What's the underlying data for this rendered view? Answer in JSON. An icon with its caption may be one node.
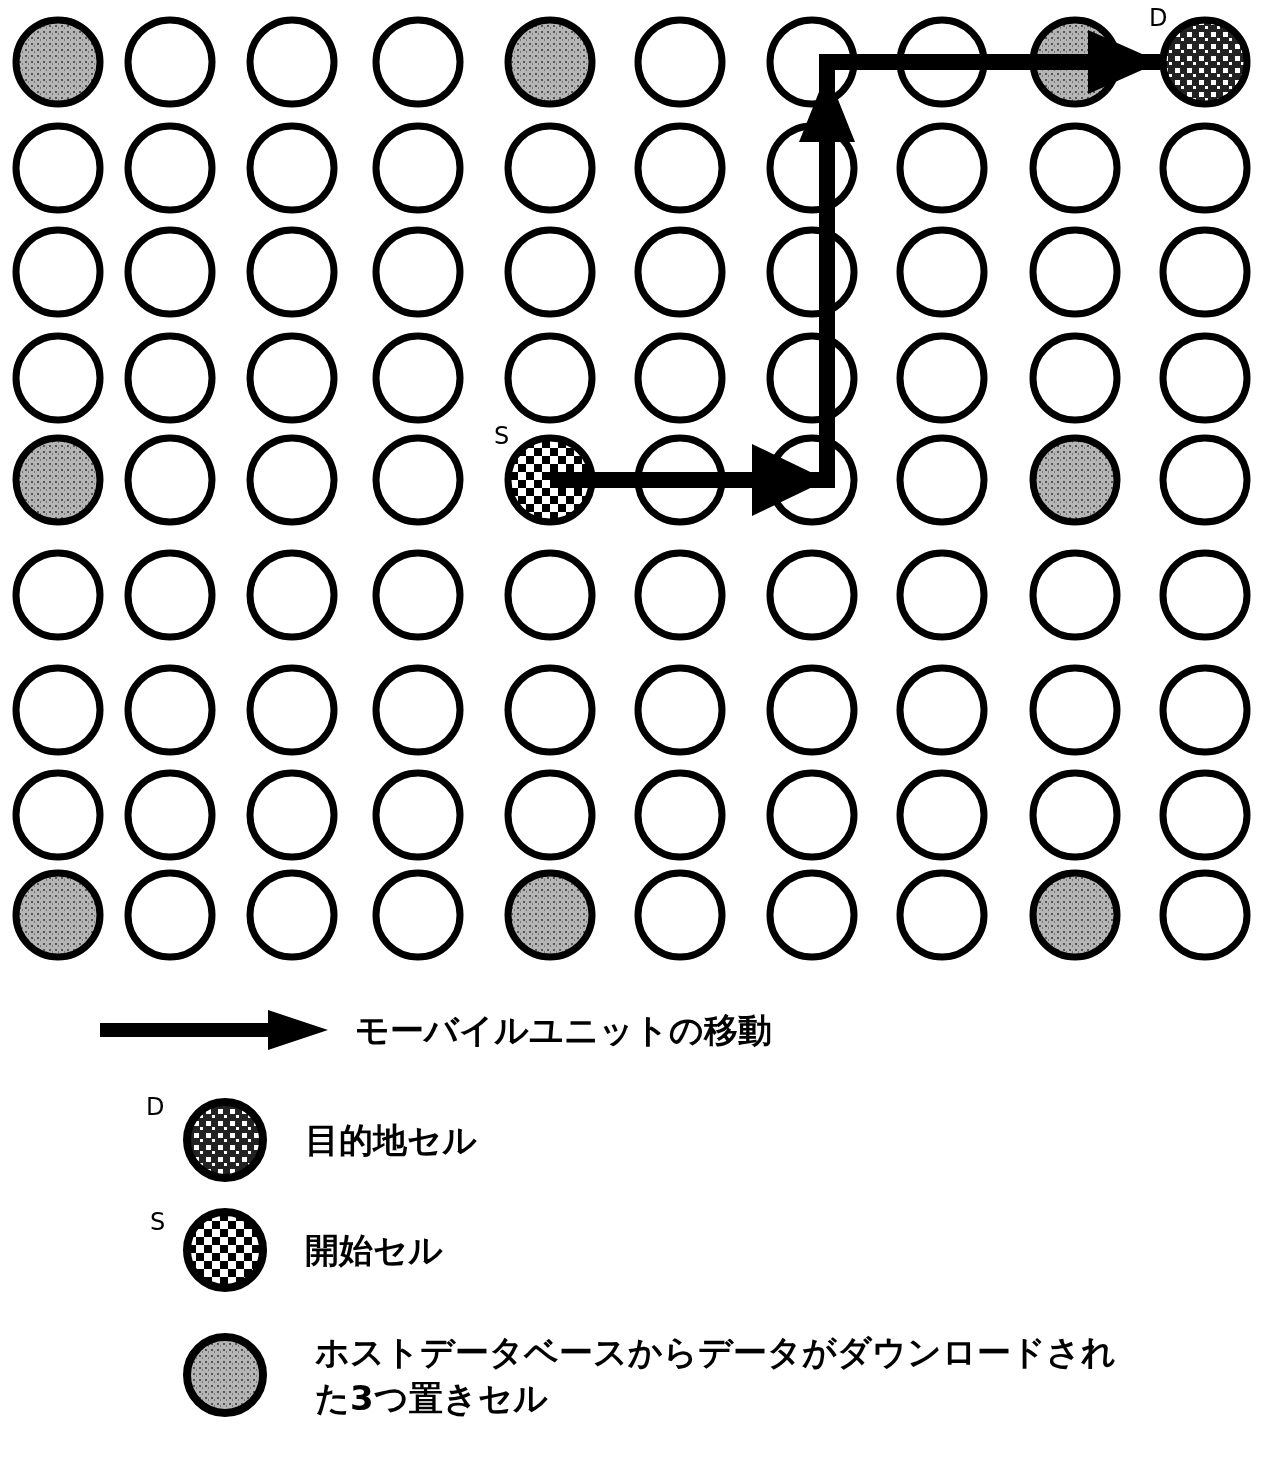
{
  "diagram": {
    "nodes": [
      {
        "text": [],
        "shape": "circle",
        "beside": [
          "S"
        ]
      },
      {
        "text": [],
        "shape": "circle",
        "beside": [
          "D"
        ]
      }
    ],
    "edges": [
      {
        "from": 0,
        "to": 1,
        "arrow": "to"
      }
    ],
    "labels": [
      "D",
      "S"
    ],
    "legend": [
      {
        "text": "モーバイルユニットの移動"
      },
      {
        "text": "目的地セル"
      },
      {
        "text": "開始セル"
      },
      {
        "text": "ホストデータベースからデータがダウンロードされた3つ置きセル"
      }
    ]
  }
}
